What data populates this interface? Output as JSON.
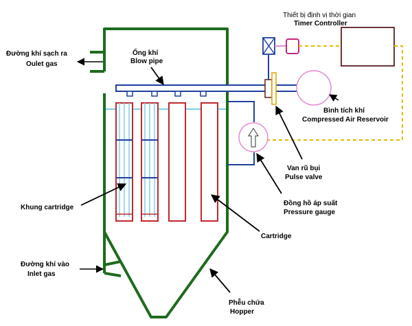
{
  "labels": {
    "outlet_vi": "Đường khí sạch ra",
    "outlet_en": "Oulet gas",
    "blowpipe_vi": "Ống khí",
    "blowpipe_en": "Blow pipe",
    "timer_vi": "Thiết bị định vị thời gian",
    "timer_en": "Timer Controller",
    "reservoir_vi": "Bình tích khí",
    "reservoir_en": "Compressed Air Reservoir",
    "valve_vi": "Van rũ bụi",
    "valve_en": "Pulse valve",
    "gauge_vi": "Đồng hồ áp suất",
    "gauge_en": "Pressure gauge",
    "frame": "Khung cartridge",
    "cartridge": "Cartridge",
    "inlet_vi": "Đường khí vào",
    "inlet_en": "Inlet gas",
    "hopper_vi": "Phễu chứa",
    "hopper_en": "Hopper"
  },
  "colors": {
    "housing": "#1e6b1e",
    "pipe": "#1f3f9e",
    "cartridge": "#c0282d",
    "timer_line": "#e6b800",
    "tank": "#e38ad0",
    "filter_line": "#7ad0e8"
  }
}
